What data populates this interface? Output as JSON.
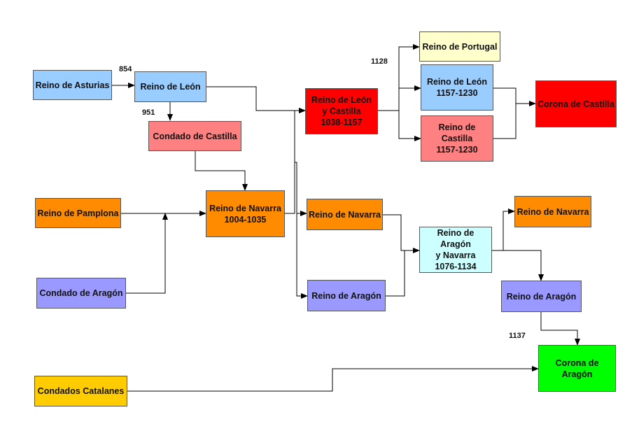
{
  "colors": {
    "light_blue": "#99ccff",
    "salmon": "#ff8080",
    "orange": "#ff8c00",
    "purple": "#9999ff",
    "red": "#ff0000",
    "light_yellow": "#ffffcc",
    "light_cyan": "#ccffff",
    "green": "#00ff00",
    "gold": "#ffcc00",
    "line": "#000000"
  },
  "nodes": {
    "asturias": "Reino de Asturias",
    "leon": "Reino de León",
    "castilla_condado": "Condado de Castilla",
    "pamplona": "Reino de Pamplona",
    "aragon_condado": "Condado de Aragón",
    "navarra_1004": "Reino de Navarra\n1004-1035",
    "leon_castilla": "Reino de León\ny Castilla\n1038-1157",
    "navarra_mid": "Reino de Navarra",
    "aragon_mid": "Reino de Aragón",
    "portugal": "Reino de Portugal",
    "leon_1157": "Reino de León\n1157-1230",
    "castilla_1157": "Reino de Castilla\n1157-1230",
    "corona_castilla": "Corona de Castilla",
    "aragon_navarra": "Reino de Aragón\ny Navarra\n1076-1134",
    "navarra_right": "Reino de Navarra",
    "aragon_right": "Reino de Aragón",
    "corona_aragon": "Corona de Aragón",
    "catalanes": "Condados Catalanes"
  },
  "years": {
    "y854": "854",
    "y951": "951",
    "y1128": "1128",
    "y1137": "1137"
  }
}
